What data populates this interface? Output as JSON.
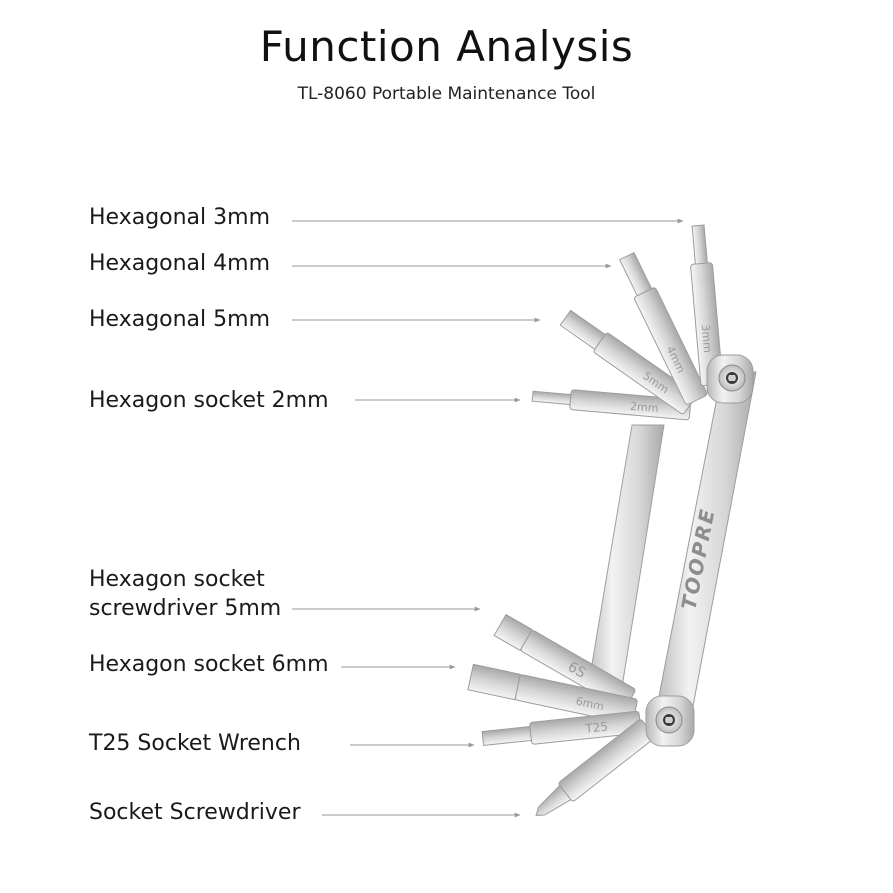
{
  "header": {
    "title": "Function Analysis",
    "subtitle": "TL-8060 Portable Maintenance Tool"
  },
  "labels": [
    {
      "id": "hex3",
      "lines": [
        "Hexagonal 3mm"
      ]
    },
    {
      "id": "hex4",
      "lines": [
        "Hexagonal 4mm"
      ]
    },
    {
      "id": "hex5",
      "lines": [
        "Hexagonal 5mm"
      ]
    },
    {
      "id": "socket2",
      "lines": [
        "Hexagon socket 2mm"
      ]
    },
    {
      "id": "screw5",
      "lines": [
        "Hexagon socket",
        "screwdriver 5mm"
      ]
    },
    {
      "id": "socket6",
      "lines": [
        "Hexagon socket 6mm"
      ]
    },
    {
      "id": "t25",
      "lines": [
        "T25 Socket Wrench"
      ]
    },
    {
      "id": "screwdriver",
      "lines": [
        "Socket Screwdriver"
      ]
    }
  ],
  "tool": {
    "brand": "TOOPRE",
    "bit_markings": [
      "3mm",
      "4mm",
      "5mm",
      "2mm",
      "6S",
      "6mm",
      "T25"
    ],
    "colors": {
      "metal_light": "#e6e6e6",
      "metal_mid": "#c9c9c9",
      "metal_dark": "#a7a7a7",
      "leader": "#9a9a9a"
    }
  }
}
